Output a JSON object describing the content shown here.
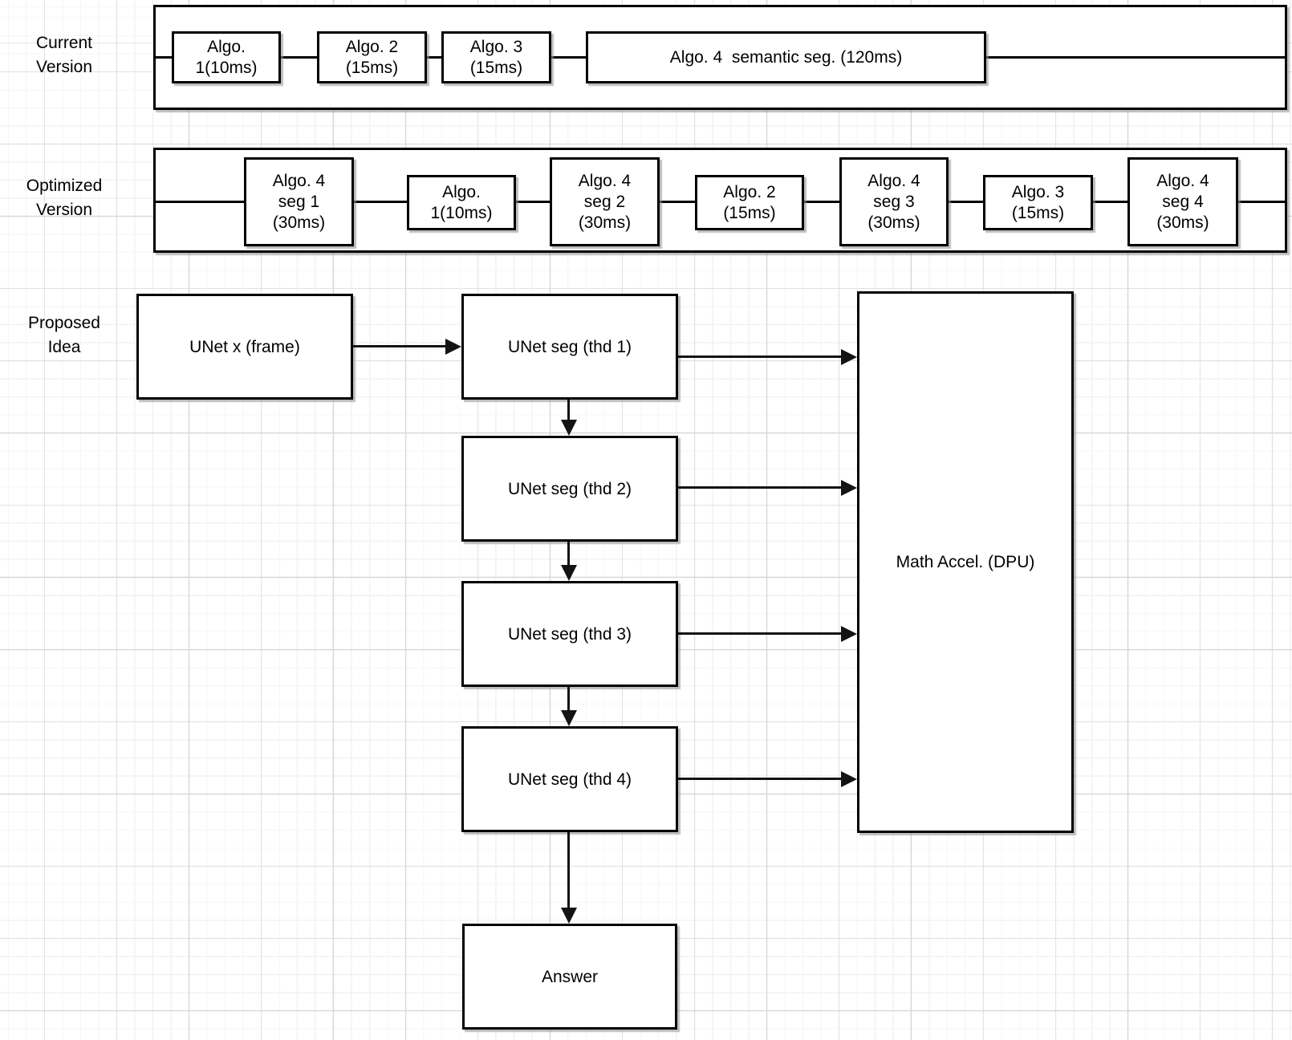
{
  "diagram": {
    "rows": {
      "current": {
        "label": "Current\nVersion",
        "boxes": [
          {
            "text": "Algo.\n1(10ms)"
          },
          {
            "text": "Algo. 2\n(15ms)"
          },
          {
            "text": "Algo. 3\n(15ms)"
          },
          {
            "text": "Algo. 4  semantic seg. (120ms)"
          }
        ]
      },
      "optimized": {
        "label": "Optimized\nVersion",
        "boxes": [
          {
            "text": "Algo. 4\nseg 1\n(30ms)"
          },
          {
            "text": "Algo.\n1(10ms)"
          },
          {
            "text": "Algo. 4\nseg 2\n(30ms)"
          },
          {
            "text": "Algo. 2\n(15ms)"
          },
          {
            "text": "Algo. 4\nseg 3\n(30ms)"
          },
          {
            "text": "Algo. 3\n(15ms)"
          },
          {
            "text": "Algo. 4\nseg 4\n(30ms)"
          }
        ]
      },
      "proposed": {
        "label": "Proposed\nIdea",
        "nodes": {
          "unet_frame": "UNet x (frame)",
          "thd1": "UNet seg (thd 1)",
          "thd2": "UNet seg (thd 2)",
          "thd3": "UNet seg (thd 3)",
          "thd4": "UNet seg (thd 4)",
          "answer": "Answer",
          "dpu": "Math Accel. (DPU)"
        }
      }
    },
    "colors": {
      "stroke": "#000000",
      "shape_fill": "#ffffff",
      "grid_minor": "#f2f2f2",
      "grid_major": "#d8d8d8"
    }
  }
}
